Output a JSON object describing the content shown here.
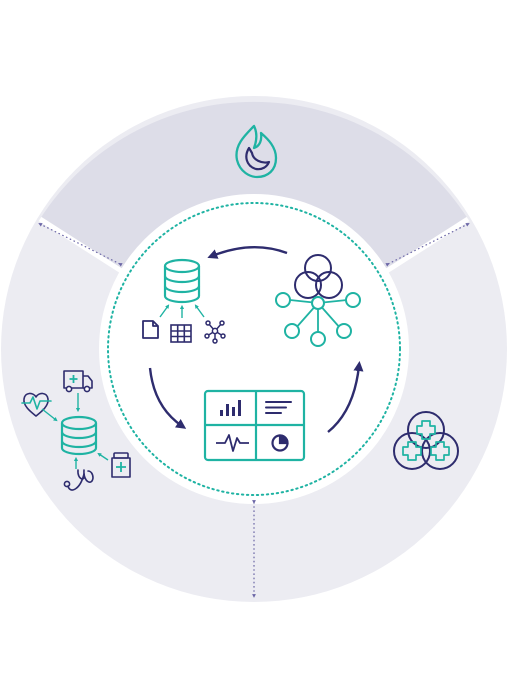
{
  "colors": {
    "teal": "#1fb3a3",
    "navy": "#2e2c6e",
    "purple": "#4b3f8f",
    "outer_ring": "#ececf2",
    "top_band": "#dddde8",
    "dotted_circle": "#1fb3a3",
    "dotted_arrow": "#6b66a6"
  },
  "icons": {
    "top": "flame-moon-icon",
    "left": "clinical-data-sources-icon",
    "right": "medical-crosses-venn-icon",
    "center_database": "database-icon",
    "center_sources": [
      "document-icon",
      "table-icon",
      "network-icon"
    ],
    "center_graph": "venn-network-graph-icon",
    "center_dashboard": "dashboard-icon"
  },
  "cycle": [
    "database-to-dashboard",
    "dashboard-to-graph",
    "graph-to-database"
  ]
}
